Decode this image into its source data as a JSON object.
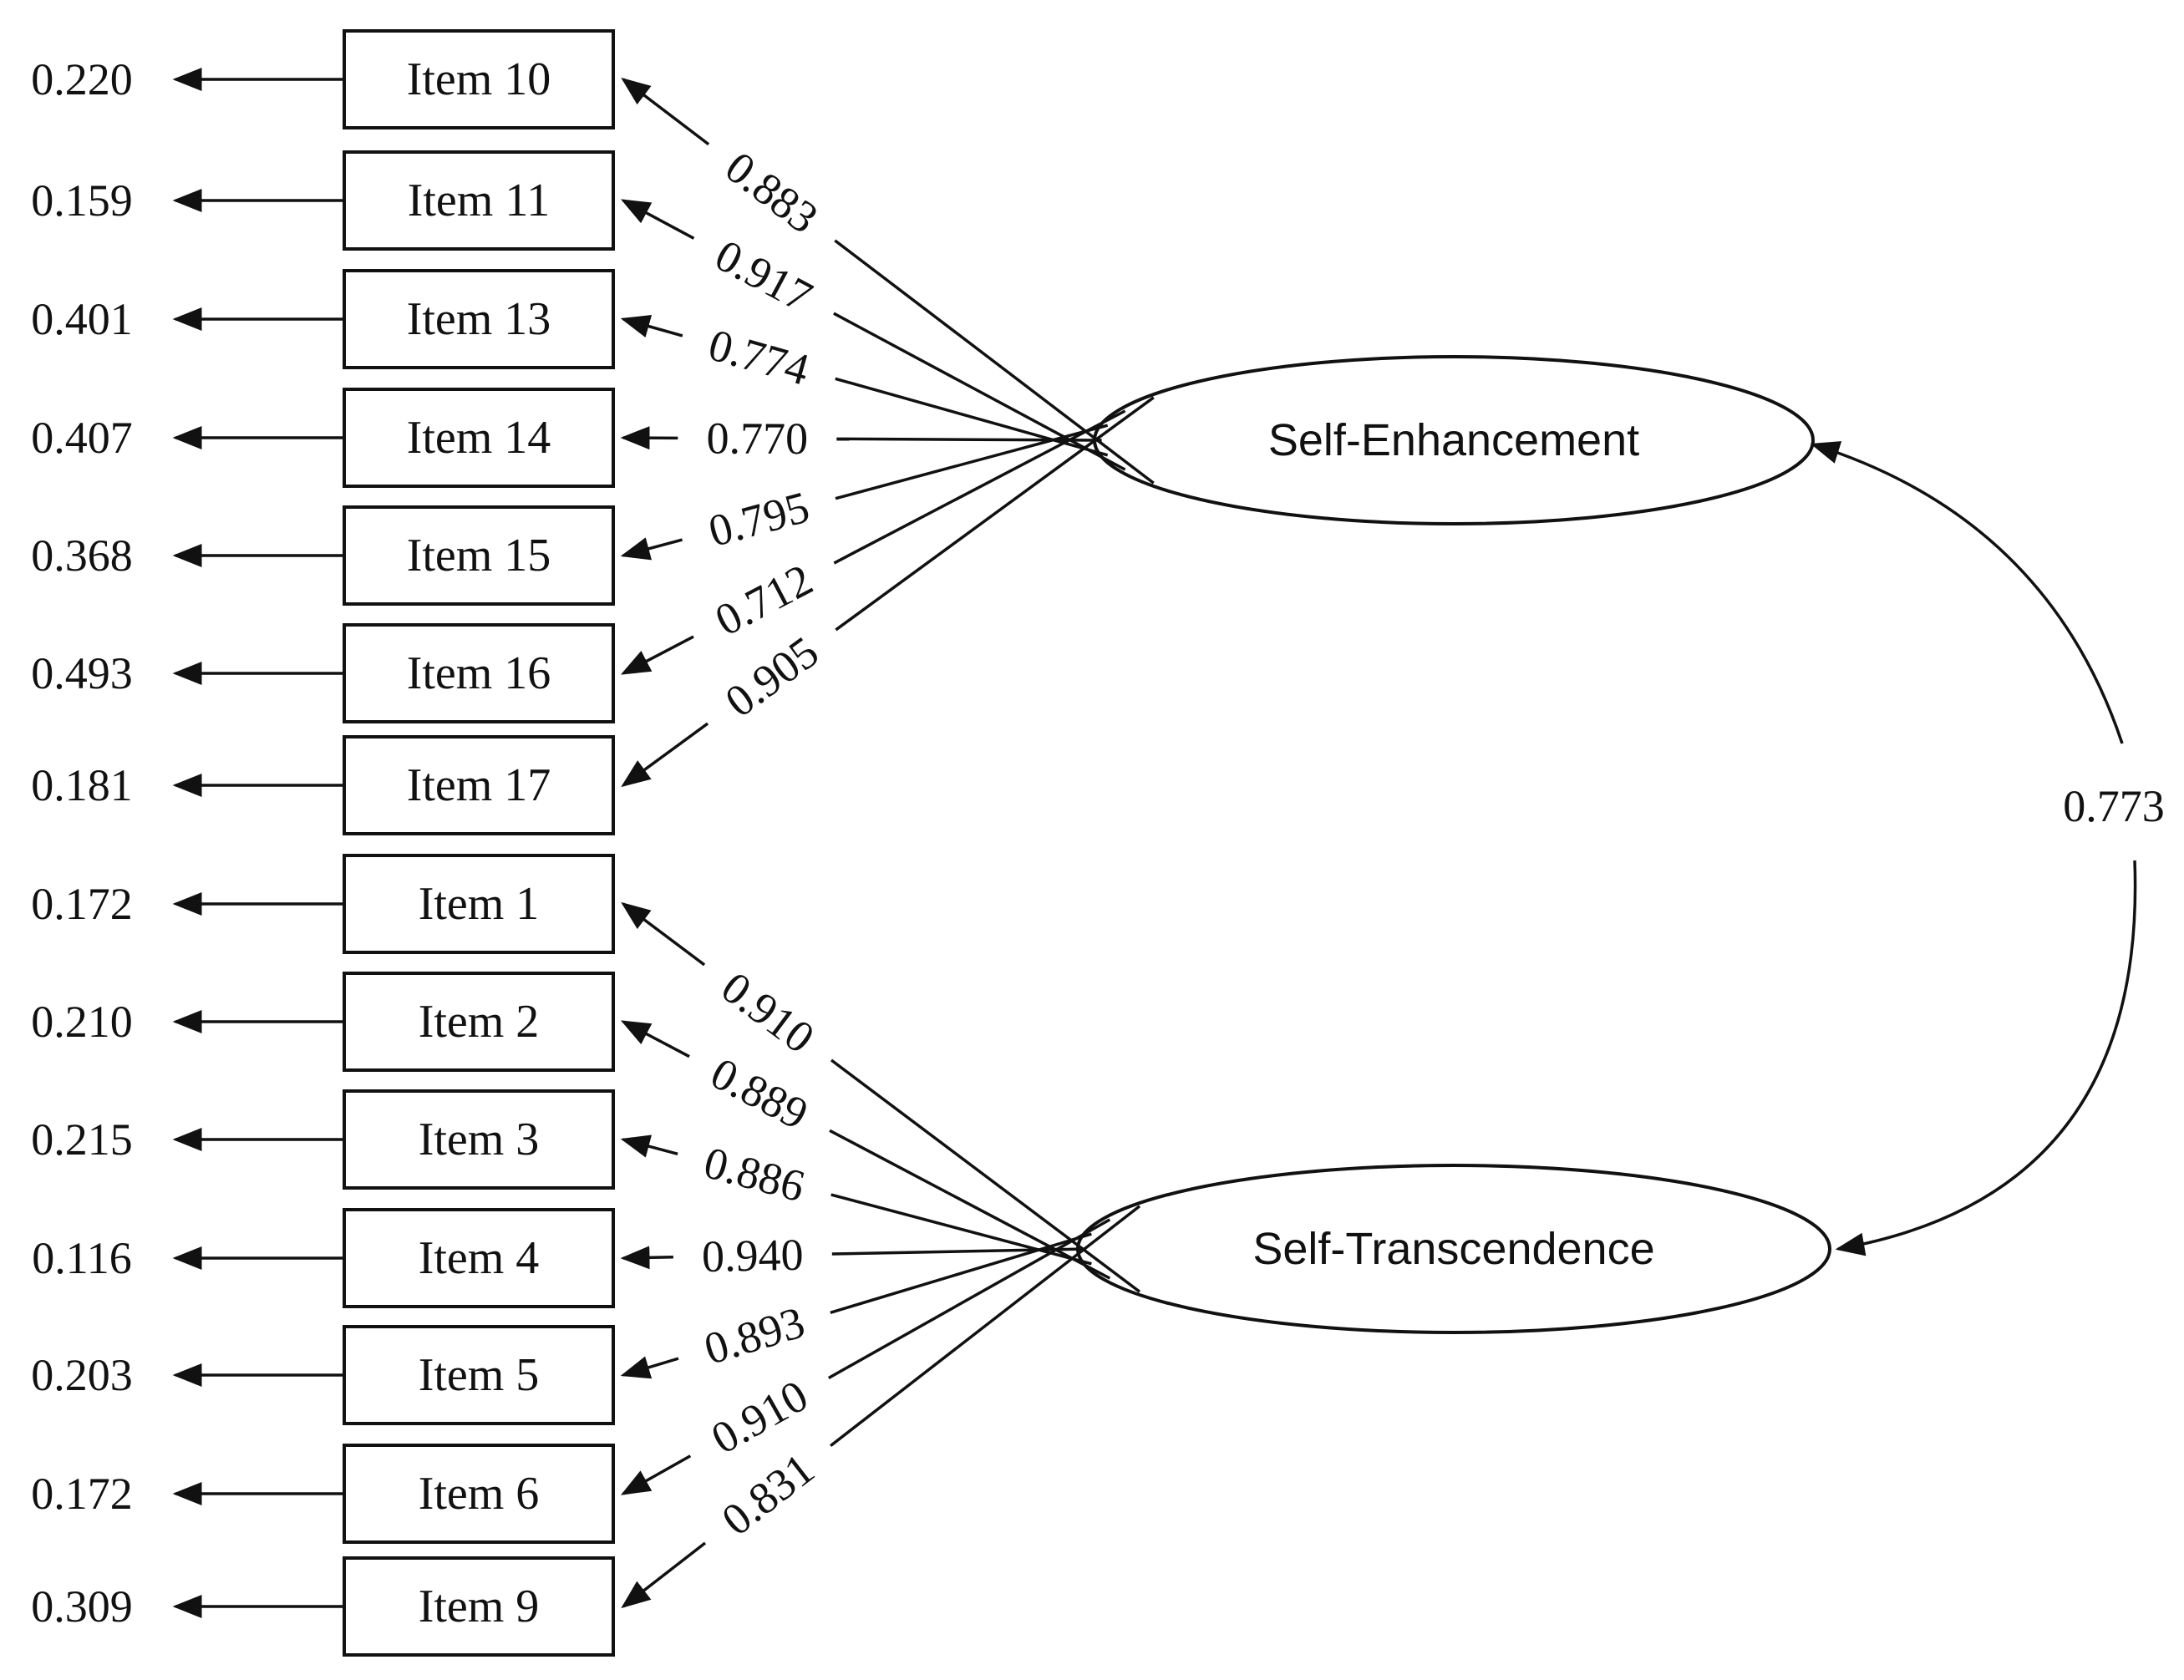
{
  "factors": [
    {
      "name": "Self-Enhancement",
      "items": [
        {
          "label": "Item 10",
          "error": "0.220",
          "loading": "0.883"
        },
        {
          "label": "Item 11",
          "error": "0.159",
          "loading": "0.917"
        },
        {
          "label": "Item 13",
          "error": "0.401",
          "loading": "0.774"
        },
        {
          "label": "Item 14",
          "error": "0.407",
          "loading": "0.770"
        },
        {
          "label": "Item 15",
          "error": "0.368",
          "loading": "0.795"
        },
        {
          "label": "Item 16",
          "error": "0.493",
          "loading": "0.712"
        },
        {
          "label": "Item 17",
          "error": "0.181",
          "loading": "0.905"
        }
      ]
    },
    {
      "name": "Self-Transcendence",
      "items": [
        {
          "label": "Item 1",
          "error": "0.172",
          "loading": "0.910"
        },
        {
          "label": "Item 2",
          "error": "0.210",
          "loading": "0.889"
        },
        {
          "label": "Item 3",
          "error": "0.215",
          "loading": "0.886"
        },
        {
          "label": "Item 4",
          "error": "0.116",
          "loading": "0.940"
        },
        {
          "label": "Item 5",
          "error": "0.203",
          "loading": "0.893"
        },
        {
          "label": "Item 6",
          "error": "0.172",
          "loading": "0.910"
        },
        {
          "label": "Item 9",
          "error": "0.309",
          "loading": "0.831"
        }
      ]
    }
  ],
  "correlation": "0.773"
}
